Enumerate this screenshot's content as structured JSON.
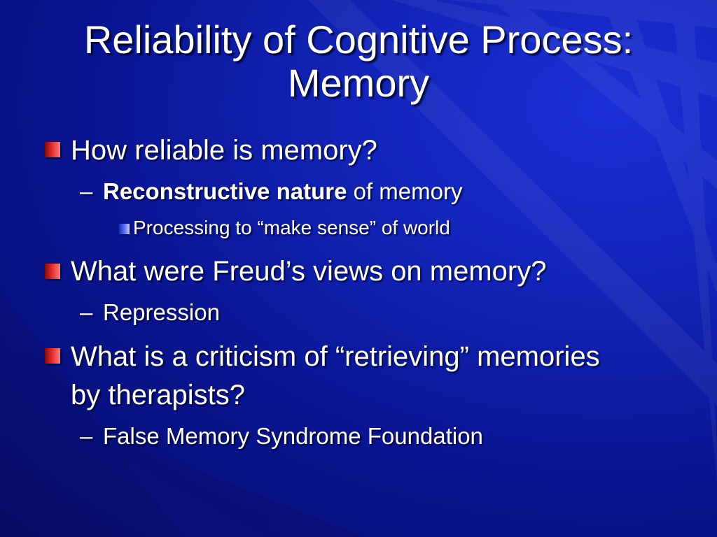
{
  "slide": {
    "title_line1": "Reliability of Cognitive Process:",
    "title_line2": "Memory",
    "bullets": [
      {
        "text": "How reliable is memory?",
        "sub": {
          "dash": "–",
          "bold": "Reconstructive nature",
          "rest": " of memory",
          "subsub": "Processing to “make sense” of world"
        }
      },
      {
        "text": "What were Freud’s views on memory?",
        "sub": {
          "dash": "–",
          "text": "Repression"
        }
      },
      {
        "text_line1": "What is a criticism of “retrieving” memories",
        "text_line2": "by therapists?",
        "sub": {
          "dash": "–",
          "text": "False Memory Syndrome Foundation"
        }
      }
    ]
  },
  "colors": {
    "background": "#0a1592",
    "text": "#ffffff",
    "bullet_level1": "#e32b2b",
    "bullet_level3": "#5d73ff"
  }
}
